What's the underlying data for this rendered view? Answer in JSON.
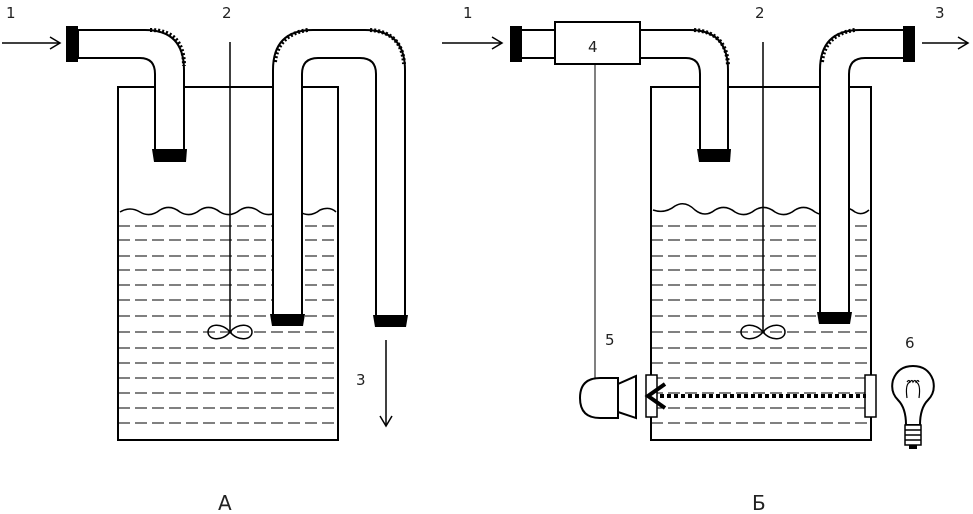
{
  "panels": [
    {
      "caption": "А",
      "labels": {
        "inlet": "1",
        "stirrer": "2",
        "outlet": "3"
      }
    },
    {
      "caption": "Б",
      "labels": {
        "inlet": "1",
        "stirrer": "2",
        "outlet": "3",
        "meter": "4",
        "detector": "5",
        "lamp": "6"
      }
    }
  ],
  "colors": {
    "ink": "#000000",
    "paper": "#ffffff"
  }
}
